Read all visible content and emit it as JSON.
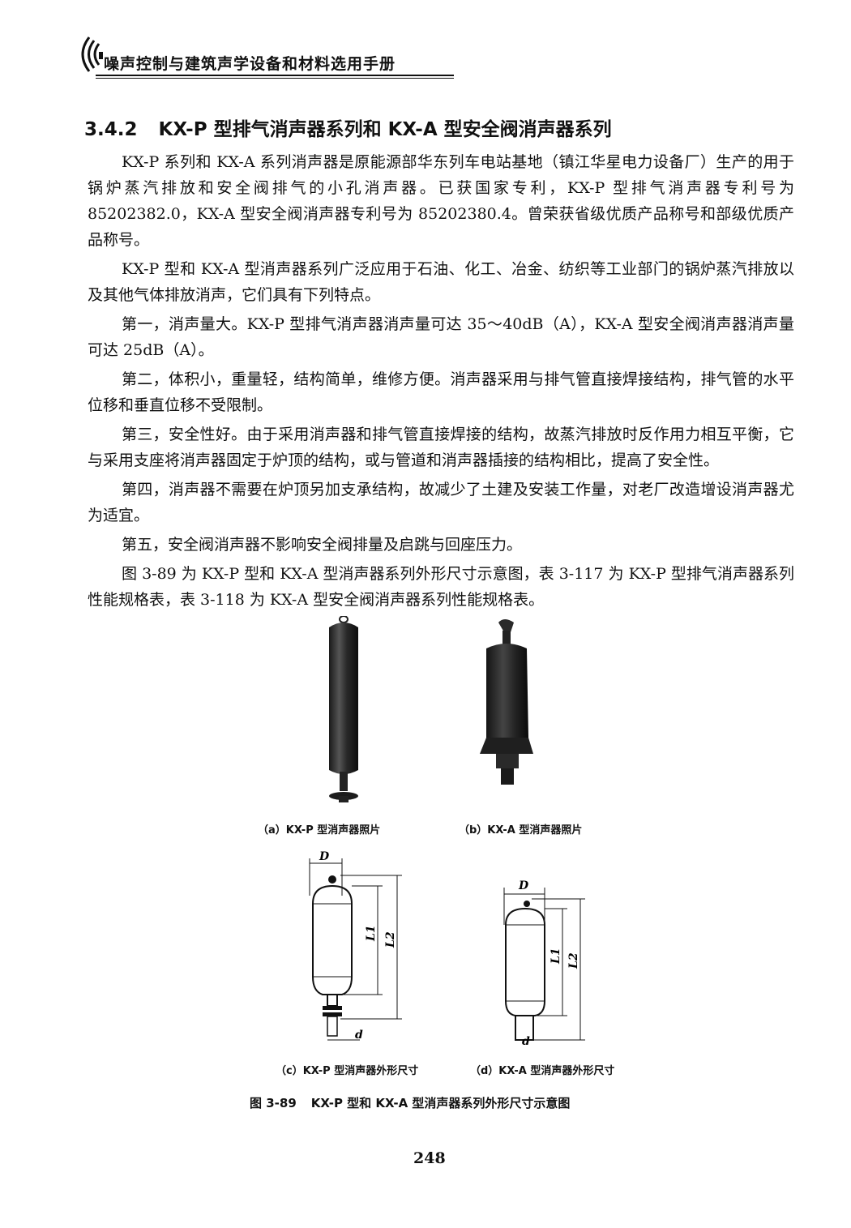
{
  "header": {
    "book_title": "噪声控制与建筑声学设备和材料选用手册"
  },
  "section": {
    "number": "3.4.2",
    "title": "KX-P 型排气消声器系列和 KX-A 型安全阀消声器系列"
  },
  "paragraphs": [
    "KX-P 系列和 KX-A 系列消声器是原能源部华东列车电站基地（镇江华星电力设备厂）生产的用于锅炉蒸汽排放和安全阀排气的小孔消声器。已获国家专利，KX-P 型排气消声器专利号为 85202382.0，KX-A 型安全阀消声器专利号为 85202380.4。曾荣获省级优质产品称号和部级优质产品称号。",
    "KX-P 型和 KX-A 型消声器系列广泛应用于石油、化工、冶金、纺织等工业部门的锅炉蒸汽排放以及其他气体排放消声，它们具有下列特点。",
    "第一，消声量大。KX-P 型排气消声器消声量可达 35～40dB（A），KX-A 型安全阀消声器消声量可达 25dB（A）。",
    "第二，体积小，重量轻，结构简单，维修方便。消声器采用与排气管直接焊接结构，排气管的水平位移和垂直位移不受限制。",
    "第三，安全性好。由于采用消声器和排气管直接焊接的结构，故蒸汽排放时反作用力相互平衡，它与采用支座将消声器固定于炉顶的结构，或与管道和消声器插接的结构相比，提高了安全性。",
    "第四，消声器不需要在炉顶另加支承结构，故减少了土建及安装工作量，对老厂改造增设消声器尤为适宜。",
    "第五，安全阀消声器不影响安全阀排量及启跳与回座压力。",
    "图 3-89 为 KX-P 型和 KX-A 型消声器系列外形尺寸示意图，表 3-117 为 KX-P 型排气消声器系列性能规格表，表 3-118 为 KX-A 型安全阀消声器系列性能规格表。"
  ],
  "figure": {
    "caption_a": "（a）KX-P 型消声器照片",
    "caption_b": "（b）KX-A 型消声器照片",
    "caption_c": "（c）KX-P 型消声器外形尺寸",
    "caption_d": "（d）KX-A 型消声器外形尺寸",
    "number": "图 3-89",
    "title": "KX-P 型和 KX-A 型消声器系列外形尺寸示意图",
    "dim_labels": {
      "D": "D",
      "L1": "L1",
      "L2": "L2",
      "d": "d"
    }
  },
  "page_number": "248"
}
